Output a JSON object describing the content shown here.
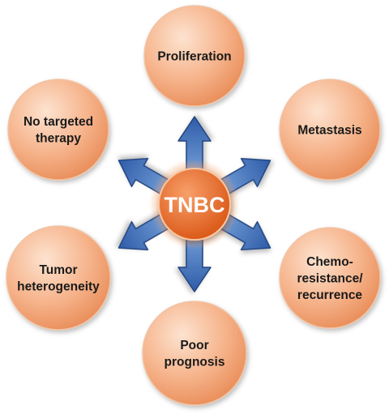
{
  "center": {
    "label": "TNBC"
  },
  "nodes": [
    {
      "id": "proliferation",
      "lines": [
        "Proliferation"
      ]
    },
    {
      "id": "metastasis",
      "lines": [
        "Metastasis"
      ]
    },
    {
      "id": "chemoresistance",
      "lines": [
        "Chemo-",
        "resistance/",
        "recurrence"
      ]
    },
    {
      "id": "poor-prognosis",
      "lines": [
        "Poor",
        "prognosis"
      ]
    },
    {
      "id": "tumor-heterogeneity",
      "lines": [
        "Tumor",
        "heterogeneity"
      ]
    },
    {
      "id": "no-targeted-therapy",
      "lines": [
        "No targeted",
        "therapy"
      ]
    }
  ],
  "colors": {
    "node_light": "#fde3d0",
    "node_mid": "#f6b48c",
    "node_dark": "#e88a55",
    "center_light": "#f8a06a",
    "center_dark": "#d95514",
    "arrow_light": "#6f9bd6",
    "arrow_dark": "#2f5ca8",
    "arrow_edge": "#23457e"
  }
}
